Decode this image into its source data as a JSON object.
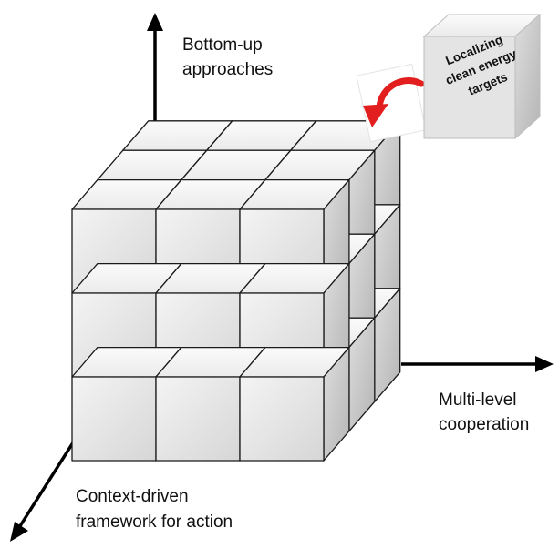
{
  "axes": {
    "vertical_label_lines": [
      "Bottom-up",
      "approaches"
    ],
    "horizontal_label_lines": [
      "Multi-level",
      "cooperation"
    ],
    "diagonal_label_lines": [
      "Context-driven",
      "framework for action"
    ]
  },
  "floating_cube": {
    "label_lines": [
      "Localizing",
      "clean energy",
      "targets"
    ]
  },
  "colors": {
    "cube_front": "#ececec",
    "cube_top": "#f7f7f7",
    "cube_side": "#cfcfcf",
    "edge": "#1a1a1a",
    "arrow": "#e21e1e",
    "axis": "#000000"
  },
  "icons": {
    "axis_arrow": "arrow-icon",
    "curved_arrow": "curved-arrow-icon"
  }
}
